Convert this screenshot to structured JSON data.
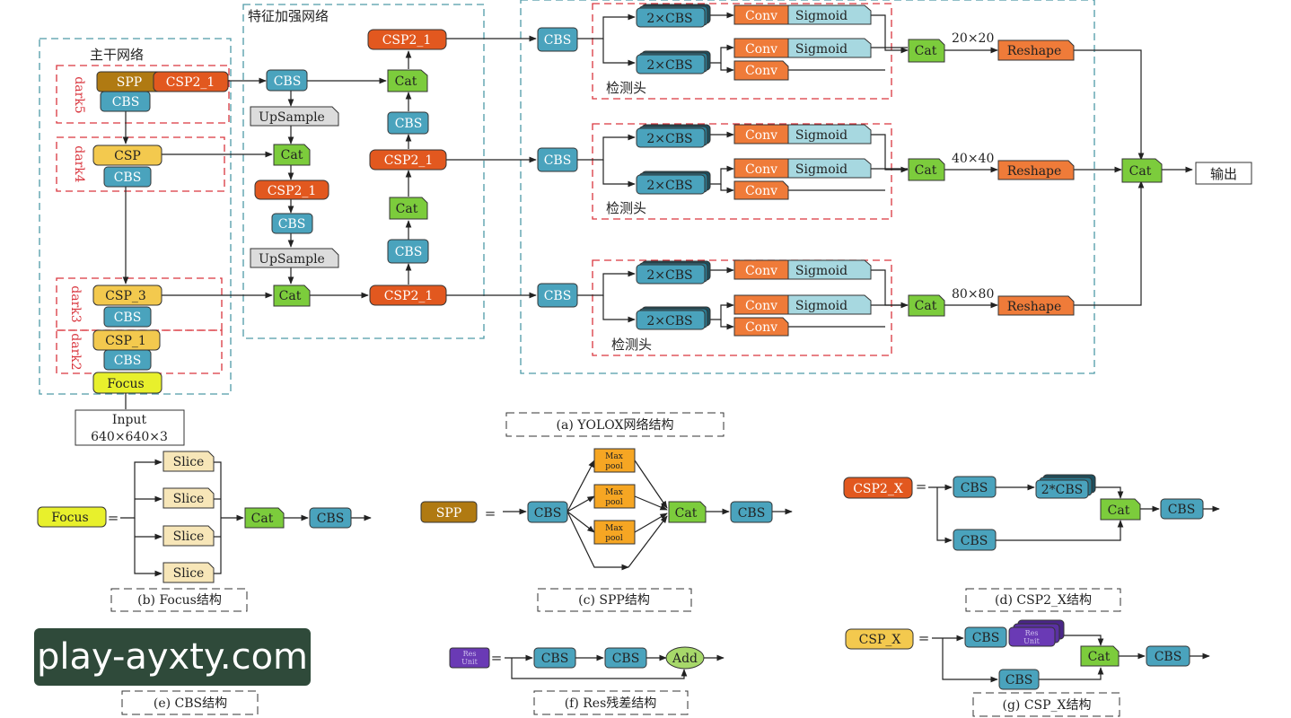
{
  "regions": {
    "backbone": "主干网络",
    "neck": "特征加强网络",
    "head": "检测头"
  },
  "stage_labels": [
    "dark5",
    "dark4",
    "dark3",
    "dark2"
  ],
  "blocks": {
    "spp": "SPP",
    "csp2_1": "CSP2_1",
    "cbs": "CBS",
    "csp": "CSP",
    "csp_3": "CSP_3",
    "csp_1": "CSP_1",
    "focus": "Focus",
    "upsample": "UpSample",
    "cat": "Cat",
    "two_cbs": "2×CBS",
    "conv": "Conv",
    "sigmoid": "Sigmoid",
    "reshape": "Reshape",
    "output": "输出",
    "input_line1": "Input",
    "input_line2": "640×640×3",
    "slice": "Slice",
    "max": "Max",
    "pool": "pool",
    "csp2_x": "CSP2_X",
    "csp_x": "CSP_X",
    "two_star_cbs": "2*CBS",
    "res": "Res",
    "unit": "Unit",
    "add": "Add",
    "equals": "="
  },
  "sizes": [
    "20×20",
    "40×40",
    "80×80"
  ],
  "captions": {
    "a": "(a) YOLOX网络结构",
    "b": "(b) Focus结构",
    "c": "(c) SPP结构",
    "d": "(d) CSP2_X结构",
    "e": "(e) CBS结构",
    "f": "(f) Res残差结构",
    "g": "(g) CSP_X结构"
  },
  "watermark": "play-ayxty.com",
  "colors": {
    "cbs": "#4aa3bd",
    "csp2": "#e2581f",
    "csp": "#f3c94e",
    "spp": "#b07a12",
    "cat": "#7ccc3c",
    "focus": "#e8f02c",
    "upsample": "#dcdcdc",
    "conv": "#ef7b39",
    "sigmoid": "#a7d8e0",
    "slice": "#f7e6b8",
    "maxpool": "#f6a623",
    "res": "#6a3ab5",
    "add": "#a7d86a",
    "red_dash": "#d9363e",
    "teal_dash": "#4f9aa7"
  }
}
